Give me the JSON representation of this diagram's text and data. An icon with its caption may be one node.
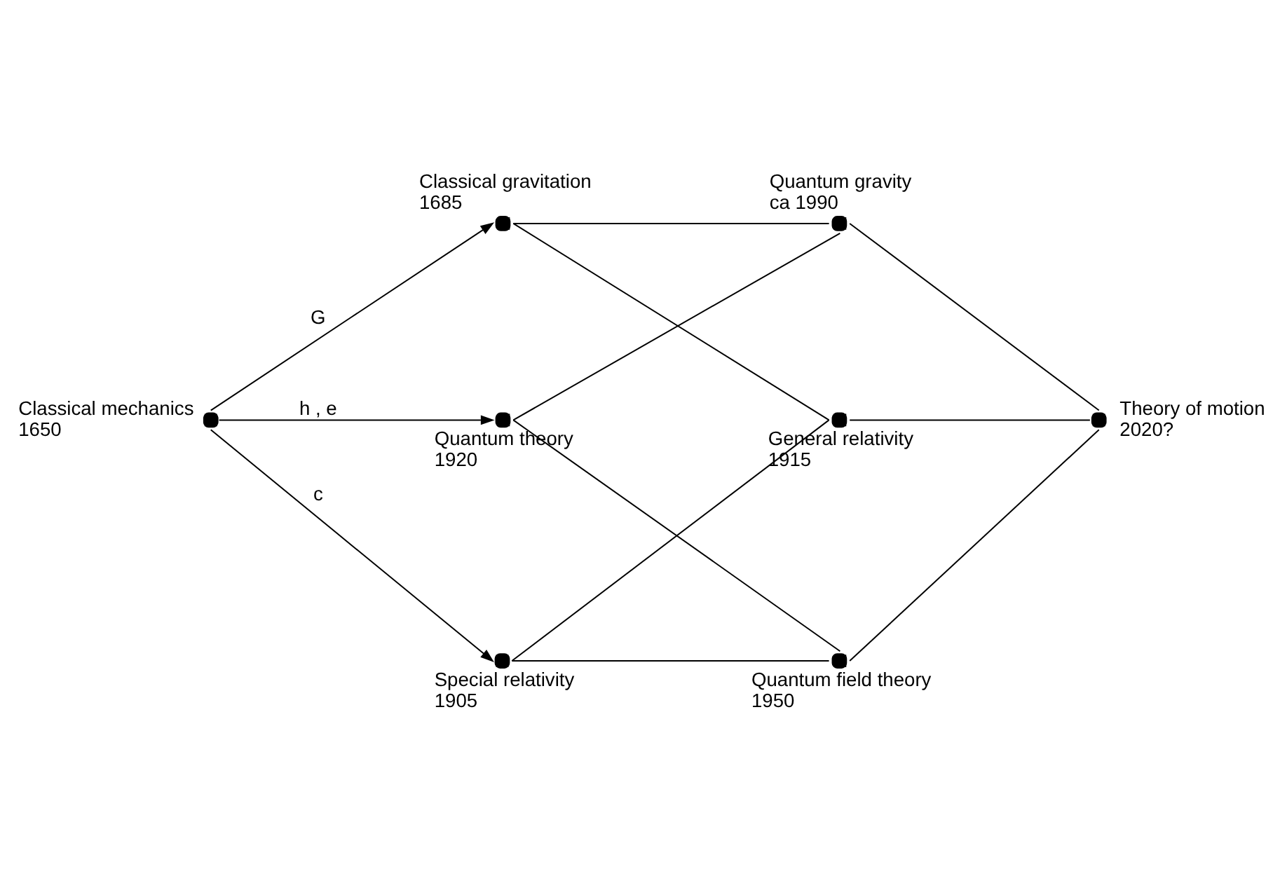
{
  "diagram": {
    "nodes": [
      {
        "text": [
          "Classical mechanics",
          "1650"
        ]
      },
      {
        "text": [
          "Classical gravitation",
          "1685"
        ]
      },
      {
        "text": [
          "Quantum theory",
          "1920"
        ]
      },
      {
        "text": [
          "Special relativity",
          "1905"
        ]
      },
      {
        "text": [
          "Quantum gravity",
          "ca 1990"
        ]
      },
      {
        "text": [
          "General relativity",
          "1915"
        ]
      },
      {
        "text": [
          "Quantum field theory",
          "1950"
        ]
      },
      {
        "text": [
          "Theory of motion",
          "2020?"
        ]
      }
    ],
    "edges": [
      {
        "from": 0,
        "to": 1,
        "arrow": "to",
        "label": "G"
      },
      {
        "from": 0,
        "to": 2,
        "arrow": "to",
        "label": "h , e"
      },
      {
        "from": 0,
        "to": 3,
        "arrow": "to",
        "label": "c"
      },
      {
        "from": 1,
        "to": 4,
        "arrow": "none"
      },
      {
        "from": 1,
        "to": 5,
        "arrow": "none"
      },
      {
        "from": 2,
        "to": 4,
        "arrow": "none"
      },
      {
        "from": 2,
        "to": 6,
        "arrow": "none"
      },
      {
        "from": 3,
        "to": 5,
        "arrow": "none"
      },
      {
        "from": 3,
        "to": 6,
        "arrow": "none"
      },
      {
        "from": 4,
        "to": 7,
        "arrow": "none"
      },
      {
        "from": 5,
        "to": 7,
        "arrow": "none"
      },
      {
        "from": 6,
        "to": 7,
        "arrow": "none"
      }
    ]
  }
}
